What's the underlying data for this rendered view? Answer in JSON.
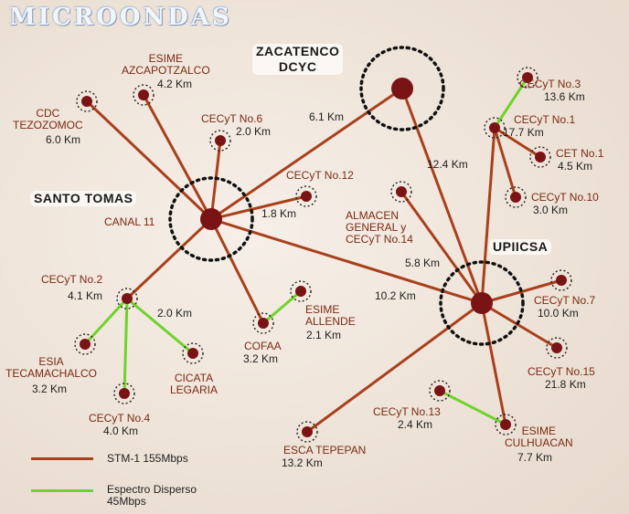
{
  "title": "MICROONDAS",
  "colors": {
    "fiber": "#a8401c",
    "wireless": "#6ed32a",
    "node": "#7a1414",
    "label": "#7a2a12"
  },
  "hubs": {
    "zacatenco": "ZACATENCO\nDCYC",
    "santo_tomas": "SANTO TOMAS",
    "upiicsa": "UPIICSA"
  },
  "labels": {
    "esime_azc": "ESIME\nAZCAPOTZALCO",
    "esime_azc_km": "4.2 Km",
    "cdc": "CDC\nTEZOZOMOC",
    "cdc_km": "6.0 Km",
    "cecyt6": "CECyT No.6",
    "cecyt6_km": "2.0 Km",
    "zac_km": "6.1 Km",
    "cecyt12": "CECyT No.12",
    "cecyt12_km": "1.8 Km",
    "canal11": "CANAL 11",
    "cecyt3": "CECyT No.3",
    "cecyt3_km": "13.6 Km",
    "cecyt1": "CECyT No.1",
    "cecyt1_km": "17.7 Km",
    "cet1": "CET No.1",
    "cet1_km": "4.5 Km",
    "cecyt10": "CECyT No.10",
    "cecyt10_km": "3.0 Km",
    "upi_zac_km": "12.4 Km",
    "almacen": "ALMACEN\nGENERAL y\nCECyT No.14",
    "almacen_km": "5.8 Km",
    "cecyt2": "CECyT No.2",
    "cecyt2_km": "4.1 Km",
    "cecyt2_link_km": "2.0 Km",
    "esia": "ESIA\nTECAMACHALCO",
    "esia_km": "3.2 Km",
    "cicata": "CICATA\nLEGARIA",
    "cecyt4": "CECyT No.4",
    "cecyt4_km": "4.0 Km",
    "cofaa": "COFAA",
    "cofaa_km": "3.2 Km",
    "esime_all": "ESIME\nALLENDE",
    "esime_all_km": "2.1 Km",
    "st_upi_km": "10.2 Km",
    "cecyt7": "CECyT No.7",
    "cecyt7_km": "10.0 Km",
    "cecyt15": "CECyT No.15",
    "cecyt15_km": "21.8 Km",
    "cecyt13": "CECyT No.13",
    "cecyt13_km": "2.4 Km",
    "esime_cul": "ESIME\nCULHUACAN",
    "esime_cul_km": "7.7 Km",
    "esca": "ESCA TEPEPAN",
    "esca_km": "13.2 Km"
  },
  "legend": {
    "fiber": "STM-1 155Mbps",
    "wireless": "Espectro Disperso\n45Mbps"
  }
}
